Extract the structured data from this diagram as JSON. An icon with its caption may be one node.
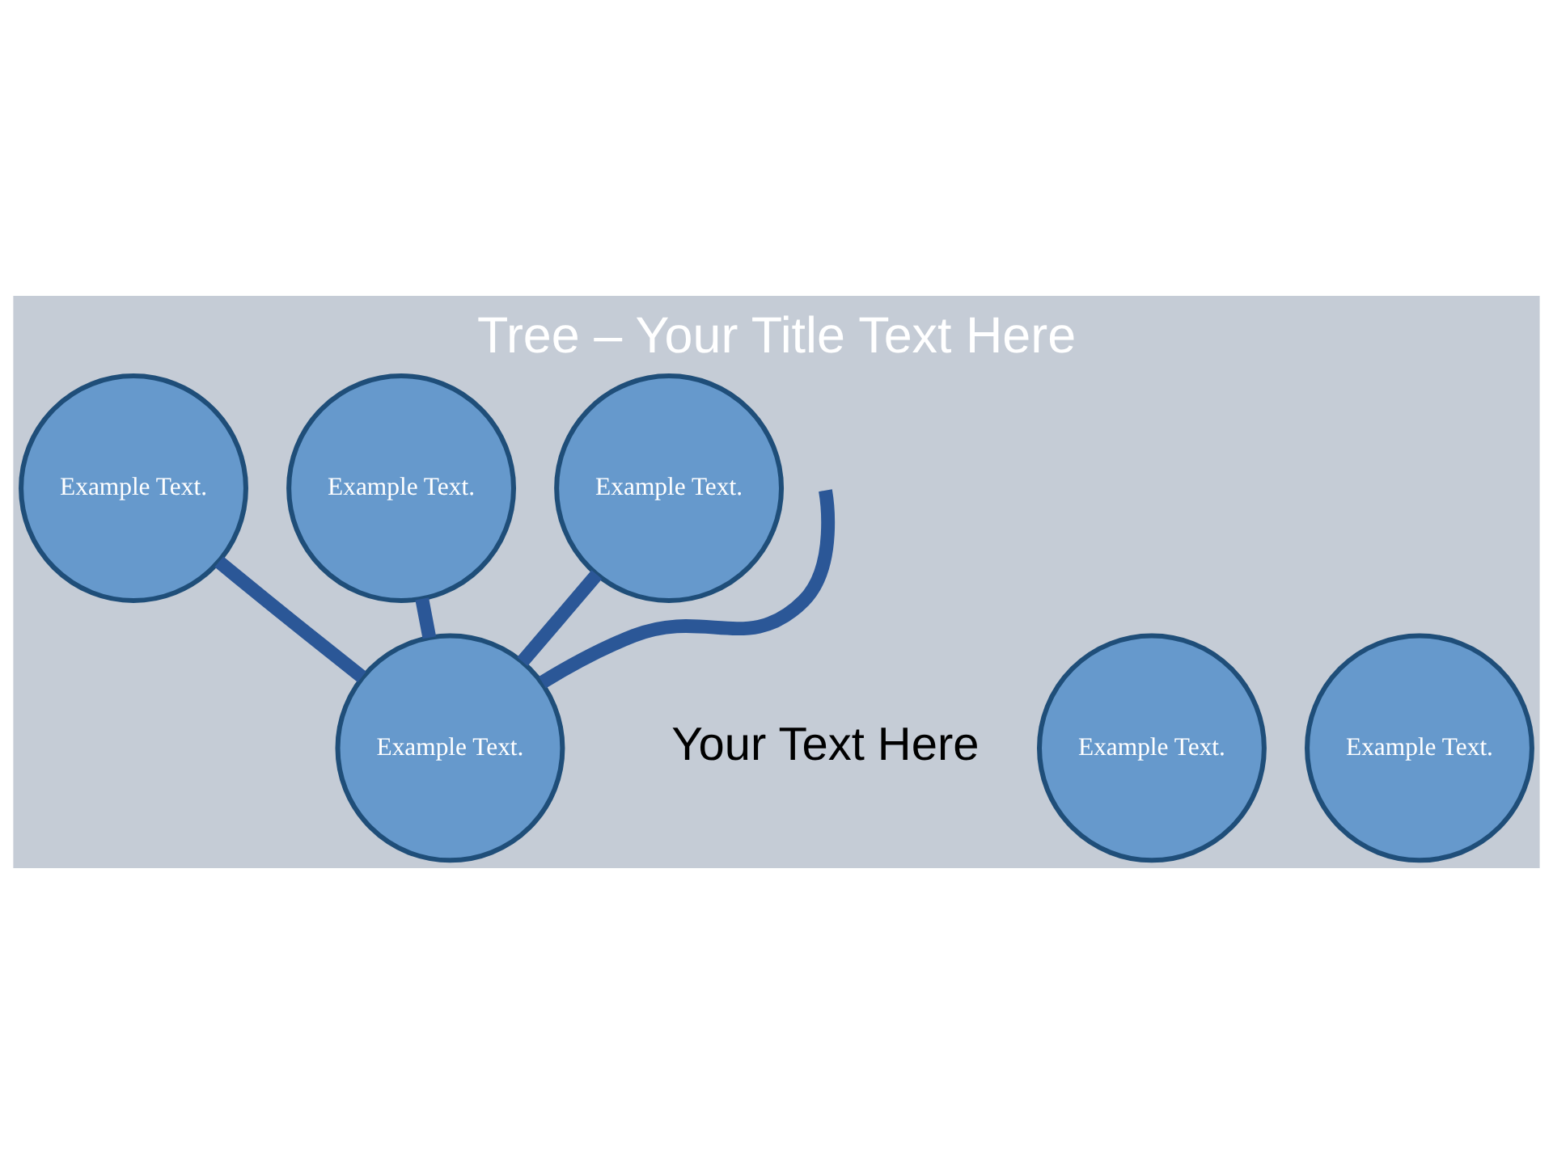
{
  "diagram": {
    "title": "Tree – Your Title Text Here",
    "nodes": [
      {
        "text": [
          "Example Text."
        ]
      },
      {
        "text": [
          "Example Text."
        ]
      },
      {
        "text": [
          "Example Text."
        ]
      },
      {
        "text": [
          "Example Text."
        ]
      },
      {
        "text": [
          "Example Text."
        ]
      },
      {
        "text": [
          "Example Text."
        ]
      }
    ],
    "edges": [
      {
        "from": 4,
        "to": 0,
        "arrow": "none"
      },
      {
        "from": 4,
        "to": 1,
        "arrow": "none"
      },
      {
        "from": 4,
        "to": 2,
        "arrow": "none"
      },
      {
        "from": 4,
        "to": null,
        "arrow": "none"
      }
    ],
    "labels": [
      "Your Text Here"
    ]
  }
}
